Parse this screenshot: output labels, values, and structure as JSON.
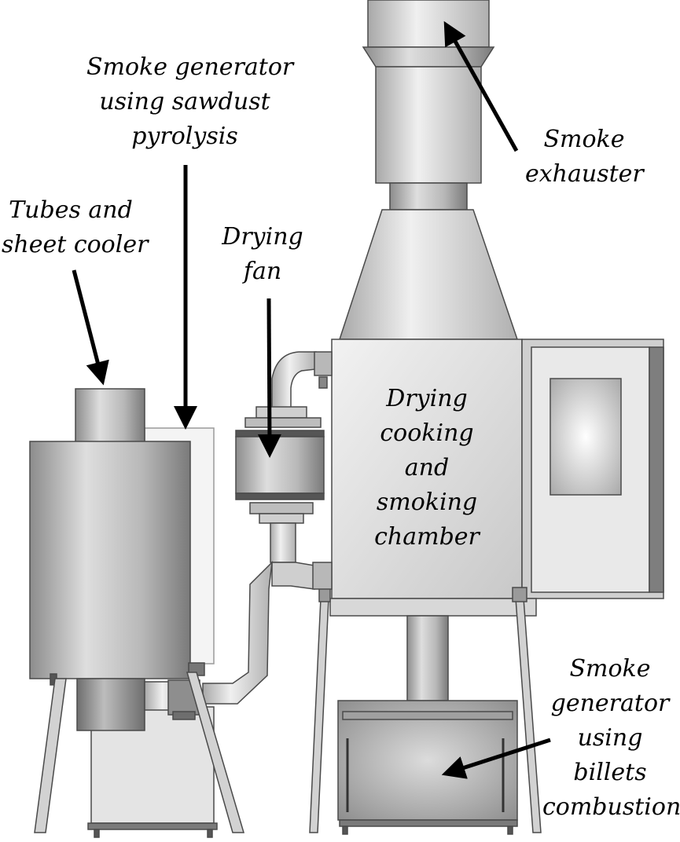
{
  "labels": {
    "sawdust_generator": [
      "Smoke generator",
      "using sawdust",
      "pyrolysis"
    ],
    "exhauster": [
      "Smoke",
      "exhauster"
    ],
    "cooler": [
      "Tubes and",
      "sheet cooler"
    ],
    "fan": [
      "Drying",
      "fan"
    ],
    "chamber": [
      "Drying",
      "cooking",
      "and",
      "smoking",
      "chamber"
    ],
    "billets_generator": [
      "Smoke",
      "generator",
      "using",
      "billets",
      "combustion"
    ]
  },
  "colors": {
    "metal_light": "#e8e8e8",
    "metal_mid": "#c4c4c4",
    "metal_dark": "#8a8a8a",
    "outline": "#4a4a4a",
    "arrow": "#000000"
  }
}
